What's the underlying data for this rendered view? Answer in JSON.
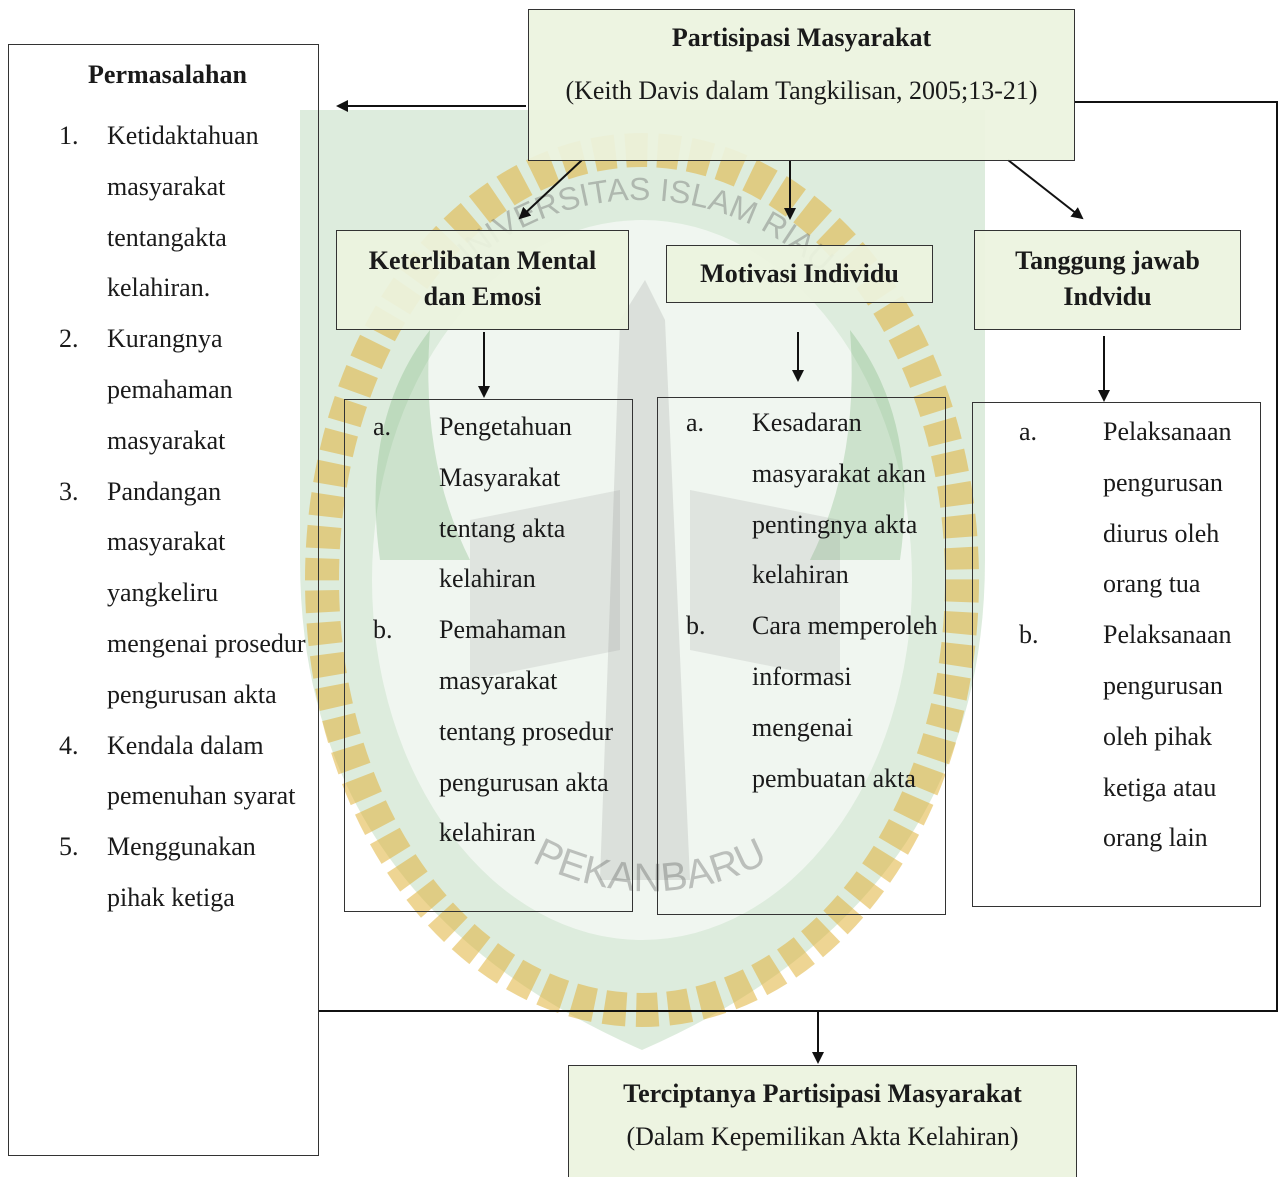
{
  "top_box": {
    "title": "Partisipasi Masyarakat",
    "subtitle": "(Keith Davis dalam Tangkilisan, 2005;13-21)"
  },
  "problems": {
    "title": "Permasalahan",
    "items": [
      {
        "marker": "1.",
        "text": "Ketidaktahuan masyarakat tentangakta kelahiran."
      },
      {
        "marker": "2.",
        "text": "Kurangnya pemahaman masyarakat"
      },
      {
        "marker": "3.",
        "text": "Pandangan masyarakat yangkeliru mengenai prosedur pengurusan akta"
      },
      {
        "marker": "4.",
        "text": "Kendala dalam pemenuhan syarat"
      },
      {
        "marker": "5.",
        "text": "Menggunakan pihak ketiga"
      }
    ]
  },
  "dimensions": [
    {
      "title": "Keterlibatan Mental dan Emosi",
      "items": [
        {
          "marker": "a.",
          "text": "Pengetahuan Masyarakat tentang akta kelahiran"
        },
        {
          "marker": "b.",
          "text": "Pemahaman masyarakat tentang prosedur pengurusan akta kelahiran"
        }
      ]
    },
    {
      "title": "Motivasi Individu",
      "items": [
        {
          "marker": "a.",
          "text": "Kesadaran masyarakat akan pentingnya akta kelahiran"
        },
        {
          "marker": "b.",
          "text": "Cara memperoleh informasi mengenai pembuatan akta"
        }
      ]
    },
    {
      "title": "Tanggung jawab Indvidu",
      "items": [
        {
          "marker": "a.",
          "text": "Pelaksanaan pengurusan diurus oleh orang tua"
        },
        {
          "marker": "b.",
          "text": "Pelaksanaan pengurusan oleh pihak ketiga atau orang lain"
        }
      ]
    }
  ],
  "result_box": {
    "title": "Terciptanya Partisipasi Masyarakat",
    "subtitle": "(Dalam Kepemilikan Akta Kelahiran)"
  },
  "watermark": {
    "top_text": "UNIVERSITAS ISLAM RIAU",
    "bottom_text": "PEKANBARU"
  },
  "colors": {
    "box_fill": "#ecf3de",
    "watermark_green": "#2e8b2e",
    "watermark_gold": "#e0b23a"
  }
}
